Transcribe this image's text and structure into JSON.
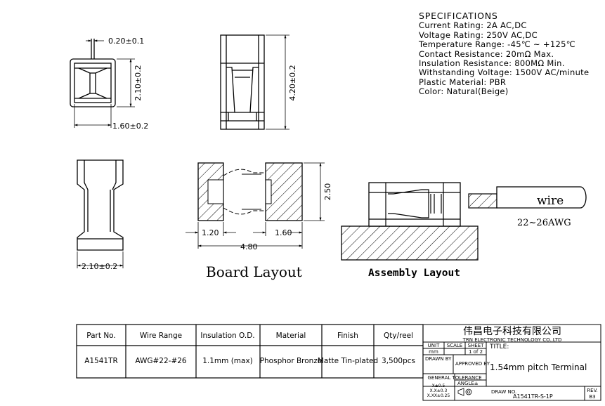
{
  "specifications": {
    "title": "SPECIFICATIONS",
    "lines": [
      "Current Rating:  2A AC,DC",
      "Voltage Rating:  250V AC,DC",
      "Temperature Range:  -45℃ ~ +125℃",
      "Contact Resistance:  20mΩ Max.",
      "Insulation Resistance:  800MΩ Min.",
      "Withstanding Voltage:  1500V AC/minute",
      "Plastic Material: PBR",
      "Color:  Natural(Beige)"
    ]
  },
  "dimensions": {
    "front_width": "0.20±0.1",
    "front_height": "2.10±0.2",
    "front_bottom": "1.60±0.2",
    "side_height": "4.20±0.2",
    "end_width": "2.10±0.2",
    "board_height": "2.50",
    "board_left": "1.20",
    "board_right": "1.60",
    "board_total": "4.80"
  },
  "labels": {
    "board_layout": "Board Layout",
    "assembly_layout": "Assembly Layout",
    "wire": "wire",
    "wire_gauge": "22~26AWG"
  },
  "table": {
    "headers": [
      "Part No.",
      "Wire Range",
      "Insulation O.D.",
      "Material",
      "Finish",
      "Qty/reel"
    ],
    "row": [
      "A1541TR",
      "AWG#22-#26",
      "1.1mm (max)",
      "Phosphor Bronze",
      "Matte Tin-plated",
      "3,500pcs"
    ]
  },
  "title_block": {
    "company_cn": "伟昌电子科技有限公司",
    "company_en": "TRN ELECTRONIC TECHNOLOGY CO.,LTD",
    "unit_label": "UNIT",
    "unit_value": "mm",
    "scale_label": "SCALE",
    "sheet_label": "SHEET",
    "sheet_value": "1 of 2",
    "title_label": "TITLE:",
    "title_value": "1.54mm pitch Terminal",
    "drawn_by": "DRAWN BY",
    "approved_by": "APPROVED BY",
    "tolerance_title": "GENERAL TOLERANCE",
    "tol_x": "X±0.5",
    "tol_xx": "X.X±0.3",
    "tol_xxx": "X.XX±0.25",
    "angle": "ANGLE±",
    "draw_no_label": "DRAW NO.",
    "draw_no": "A1541TR-S-1P",
    "rev_label": "REV.",
    "rev": "B3"
  }
}
